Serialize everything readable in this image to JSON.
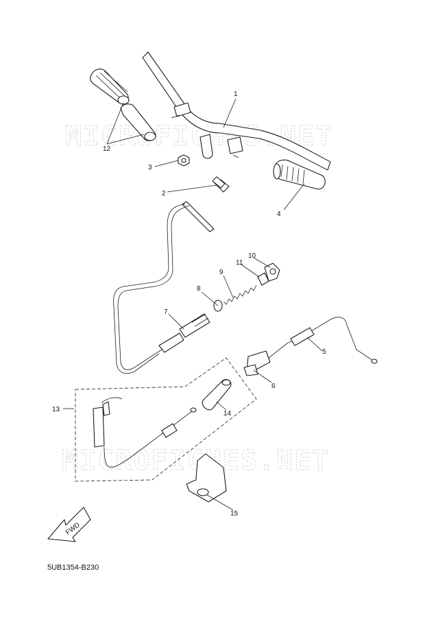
{
  "watermark": "MICROFICHES.NET",
  "diagram_code": "5UB1354-B230",
  "fwd_label": "FWD",
  "callouts": {
    "c1": "1",
    "c2": "2",
    "c3": "3",
    "c4": "4",
    "c5": "5",
    "c6": "6",
    "c7": "7",
    "c8": "8",
    "c9": "9",
    "c10": "10",
    "c11": "11",
    "c12": "12",
    "c13": "13",
    "c14": "14",
    "c15": "15"
  }
}
